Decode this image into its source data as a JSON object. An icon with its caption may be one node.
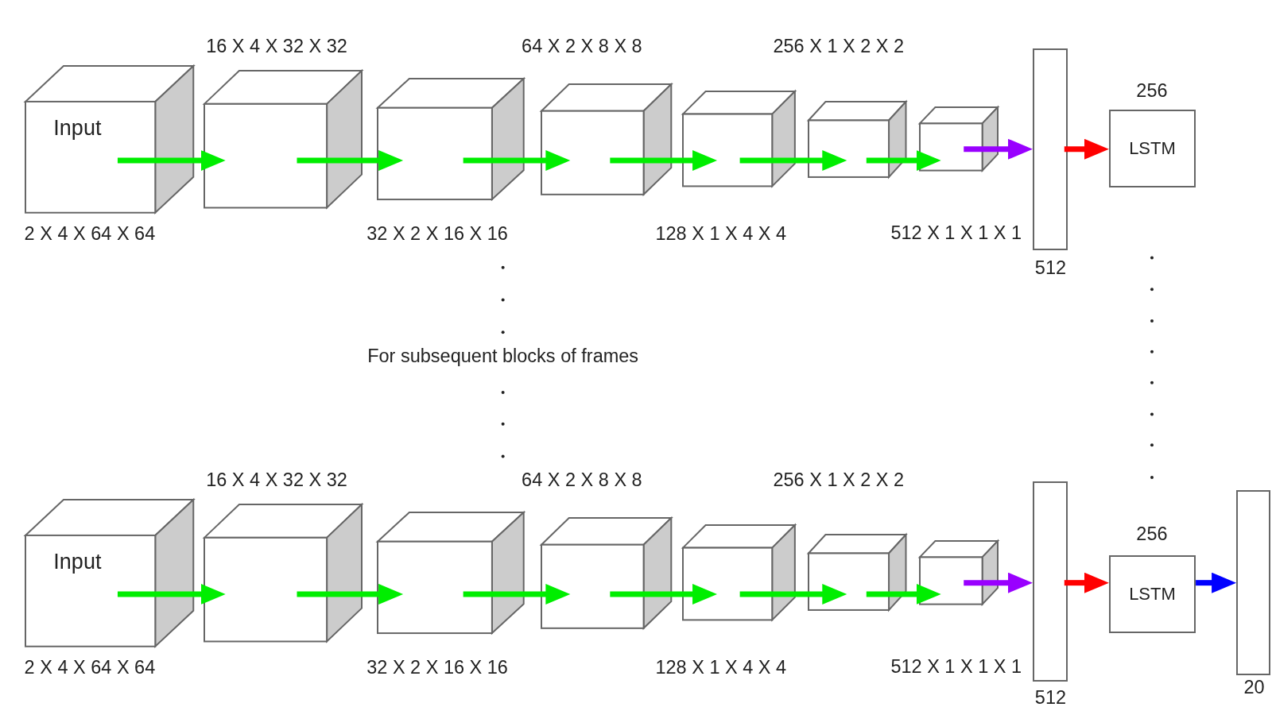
{
  "diagram": {
    "nodes": [
      {
        "text": [
          "Input"
        ],
        "beside": [
          "2 X 4 X 64 X 64"
        ]
      },
      {
        "text": [],
        "shape": "cube",
        "beside": [
          "16 X 4 X 32 X 32"
        ]
      },
      {
        "text": [],
        "shape": "cube",
        "beside": [
          "32 X 2 X 16 X 16"
        ]
      },
      {
        "text": [],
        "shape": "cube",
        "beside": [
          "64 X 2 X 8 X 8"
        ]
      },
      {
        "text": [],
        "shape": "cube",
        "beside": [
          "128 X 1 X 4 X 4"
        ]
      },
      {
        "text": [],
        "shape": "cube",
        "beside": [
          "256 X 1 X 2 X 2"
        ]
      },
      {
        "text": [],
        "shape": "cube"
      },
      {
        "text": [],
        "shape": "bar",
        "beside": [
          "512"
        ]
      },
      {
        "text": [
          "LSTM"
        ],
        "beside": [
          "256"
        ]
      },
      {
        "text": [
          "Input"
        ],
        "beside": [
          "2 X 4 X 64 X 64"
        ]
      },
      {
        "text": [],
        "shape": "cube",
        "beside": [
          "16 X 4 X 32 X 32"
        ]
      },
      {
        "text": [],
        "shape": "cube",
        "beside": [
          "32 X 2 X 16 X 16"
        ]
      },
      {
        "text": [],
        "shape": "cube",
        "beside": [
          "64 X 2 X 8 X 8"
        ]
      },
      {
        "text": [],
        "shape": "cube",
        "beside": [
          "128 X 1 X 4 X 4"
        ]
      },
      {
        "text": [],
        "shape": "cube",
        "beside": [
          "256 X 1 X 2 X 2"
        ]
      },
      {
        "text": [],
        "shape": "cube"
      },
      {
        "text": [],
        "shape": "bar",
        "beside": [
          "512"
        ]
      },
      {
        "text": [
          "LSTM"
        ],
        "beside": [
          "256"
        ]
      },
      {
        "text": [],
        "shape": "bar",
        "beside": [
          "20"
        ]
      }
    ],
    "edges": [
      {
        "from": 0,
        "to": 1,
        "arrow": "to"
      },
      {
        "from": 1,
        "to": 2,
        "arrow": "to"
      },
      {
        "from": 2,
        "to": 3,
        "arrow": "to"
      },
      {
        "from": 3,
        "to": 4,
        "arrow": "to"
      },
      {
        "from": 4,
        "to": 5,
        "arrow": "to"
      },
      {
        "from": 5,
        "to": 6,
        "arrow": "to"
      },
      {
        "from": 6,
        "to": 7,
        "arrow": "to",
        "color": "#9900ff"
      },
      {
        "from": 7,
        "to": 8,
        "arrow": "to",
        "color": "#ff0000"
      },
      {
        "from": 9,
        "to": 10,
        "arrow": "to"
      },
      {
        "from": 10,
        "to": 11,
        "arrow": "to"
      },
      {
        "from": 11,
        "to": 12,
        "arrow": "to"
      },
      {
        "from": 12,
        "to": 13,
        "arrow": "to"
      },
      {
        "from": 13,
        "to": 14,
        "arrow": "to"
      },
      {
        "from": 14,
        "to": 15,
        "arrow": "to"
      },
      {
        "from": 15,
        "to": 16,
        "arrow": "to",
        "color": "#9900ff"
      },
      {
        "from": 16,
        "to": 17,
        "arrow": "to",
        "color": "#ff0000"
      },
      {
        "from": 17,
        "to": 18,
        "arrow": "to",
        "color": "#0000ff"
      }
    ],
    "labels": [
      "512 X 1 X 1 X 1",
      "For subsequent blocks of frames",
      "512 X 1 X 1 X 1"
    ]
  }
}
